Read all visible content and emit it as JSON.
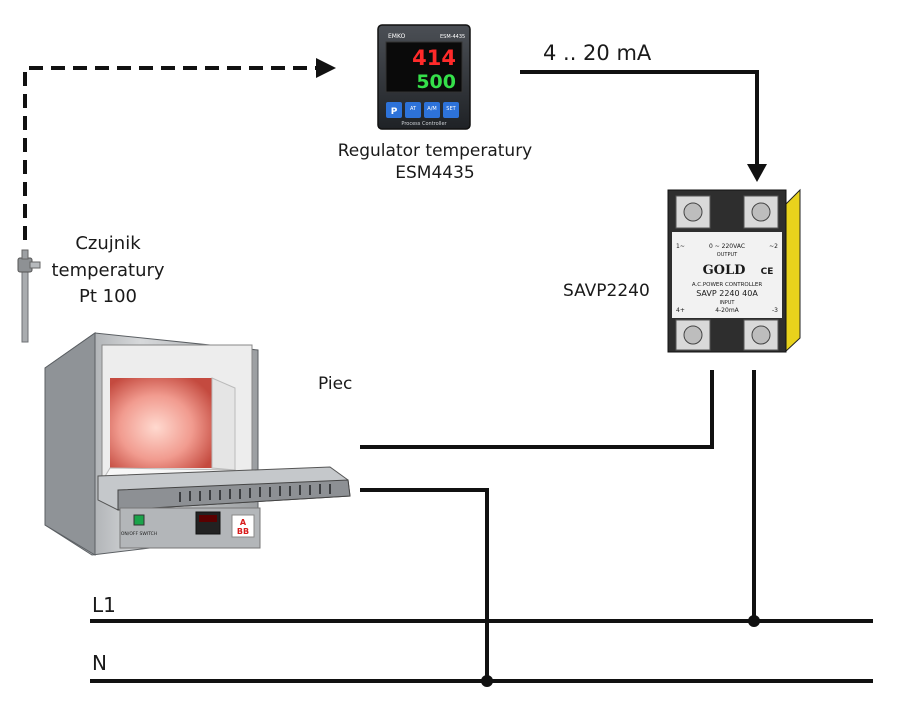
{
  "regulator": {
    "name": "Regulator temperatury",
    "model": "ESM4435",
    "brand": "EMKO",
    "model_small": "ESM-4435",
    "footer": "Process Controller",
    "display_pv": "414",
    "display_sv": "500",
    "keys": [
      "P",
      "AT",
      "A/M",
      "SET"
    ]
  },
  "signal_label": "4 .. 20 mA",
  "relay": {
    "name": "SAVP2240",
    "brand": "GOLD",
    "mark": "CE",
    "type_text": "A.C.POWER CONTROLLER",
    "model_text": "SAVP 2240 40A",
    "output_label": "OUTPUT",
    "output_range": "0 ~ 220VAC",
    "input_label": "INPUT",
    "input_range": "4-20mA",
    "term_1": "1~",
    "term_2": "~2",
    "term_3": "-3",
    "term_4": "4+"
  },
  "sensor": {
    "line1": "Czujnik",
    "line2": "temperatury",
    "line3": "Pt 100"
  },
  "furnace": {
    "label": "Piec",
    "switch_label": "ON/OFF SWITCH",
    "badge_top": "A",
    "badge_bottom": "BB"
  },
  "lines": {
    "l1": "L1",
    "n": "N"
  },
  "colors": {
    "wire": "#111111",
    "display_red": "#ff2a2a",
    "display_green": "#35e04a",
    "relay_body": "#2e2e2e",
    "relay_face": "#f2f2f2",
    "relay_side": "#e8d21c",
    "furnace_steel": "#b9bcbf",
    "furnace_glow": "#f3a49a"
  }
}
